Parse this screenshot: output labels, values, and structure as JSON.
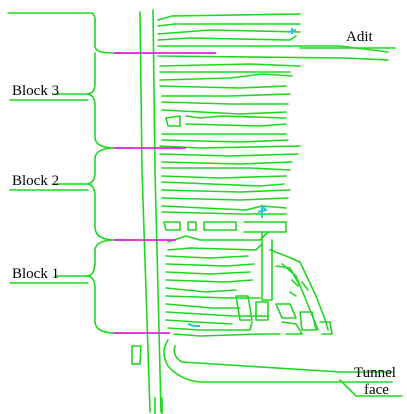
{
  "labels": {
    "block3": "Block 3",
    "block2": "Block 2",
    "block1": "Block 1",
    "adit": "Adit",
    "tunnel_face_line1": "Tunnel",
    "tunnel_face_line2": "face"
  },
  "colors": {
    "lines": "#1ed81e",
    "divider": "#e020e0",
    "marker": "#22c8d8",
    "text": "#000000",
    "background": "#ffffff"
  }
}
